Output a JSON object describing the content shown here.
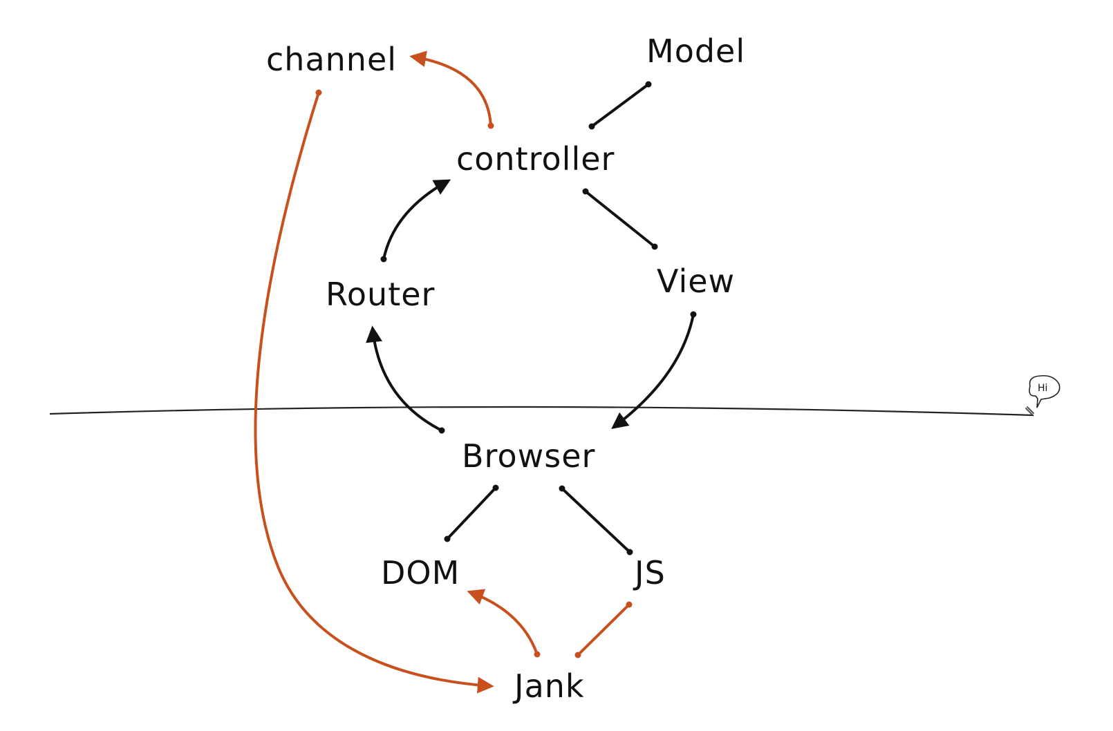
{
  "colors": {
    "ink": "#111111",
    "accent": "#c8501e",
    "background": "#ffffff"
  },
  "nodes": {
    "channel": "channel",
    "model": "Model",
    "controller": "controller",
    "router": "Router",
    "view": "View",
    "browser": "Browser",
    "dom": "DOM",
    "js": "JS",
    "jank": "Jank"
  },
  "bubble": {
    "text": "Hi"
  }
}
